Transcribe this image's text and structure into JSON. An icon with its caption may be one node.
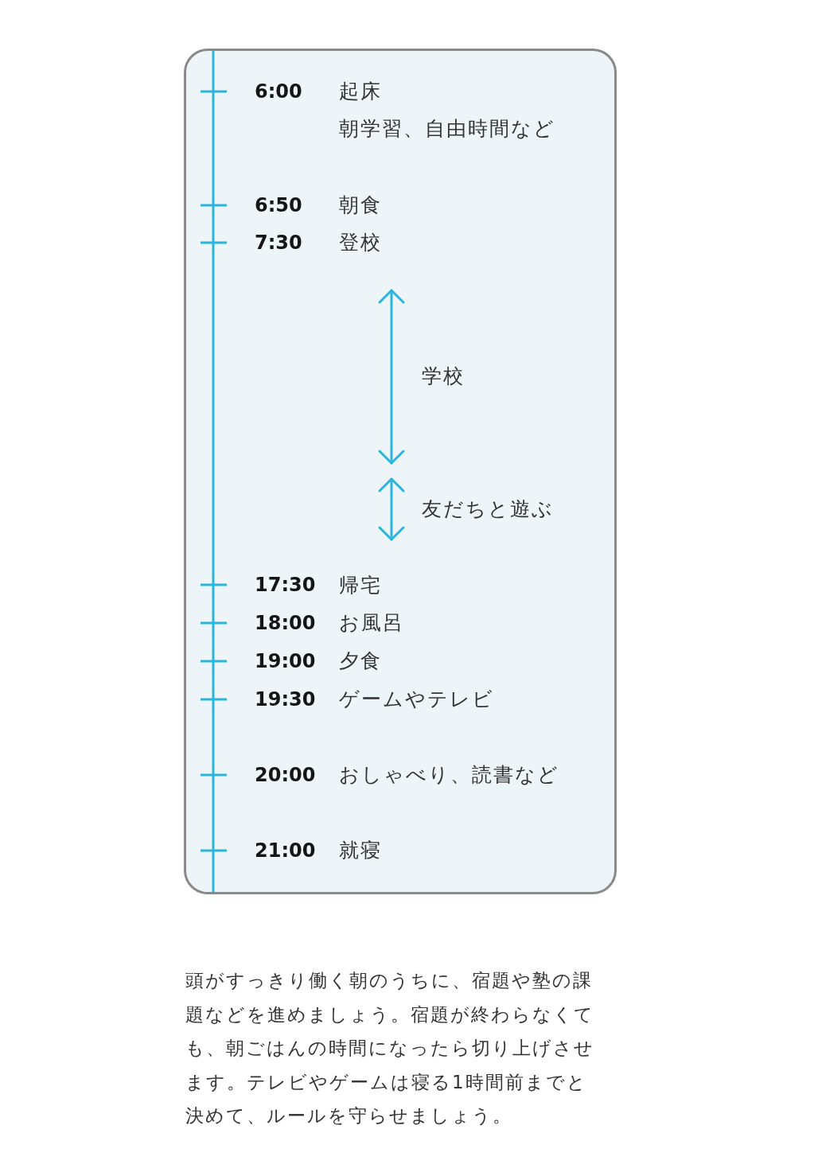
{
  "diagram": {
    "nodes": [
      {
        "text": [
          "6:00",
          "起床",
          "朝学習、自由時間など",
          "6:50",
          "朝食",
          "7:30",
          "登校",
          "学校",
          "友だちと遊ぶ",
          "17:30",
          "帰宅",
          "18:00",
          "お風呂",
          "19:00",
          "夕食",
          "19:30",
          "ゲームやテレビ",
          "20:00",
          "おしゃべり、読書など",
          "21:00",
          "就寝"
        ]
      }
    ],
    "edges": [],
    "caption": "頭がすっきり働く朝のうちに、宿題や塾の課題などを進めましょう。宿題が終わらなくても、朝ごはんの時間になったら切り上げさせます。テレビやゲームは寝る1時間前までと決めて、ルールを守らせましょう。"
  }
}
